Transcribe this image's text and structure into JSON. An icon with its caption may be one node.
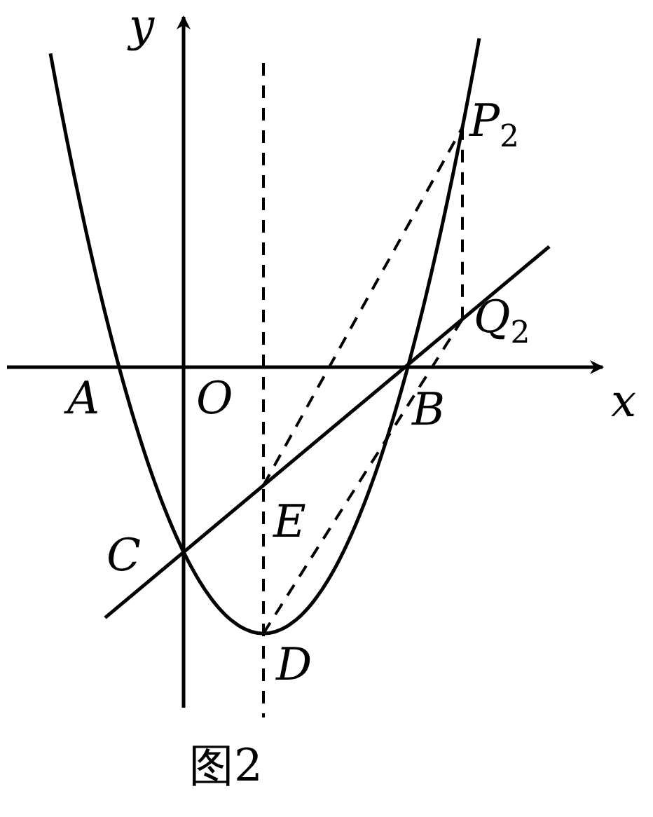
{
  "diagram": {
    "caption": "图2",
    "labels": [
      "y",
      "P$_{2}$",
      "Q$_{2}$",
      "A",
      "O",
      "B",
      "x",
      "E",
      "C",
      "D"
    ]
  }
}
